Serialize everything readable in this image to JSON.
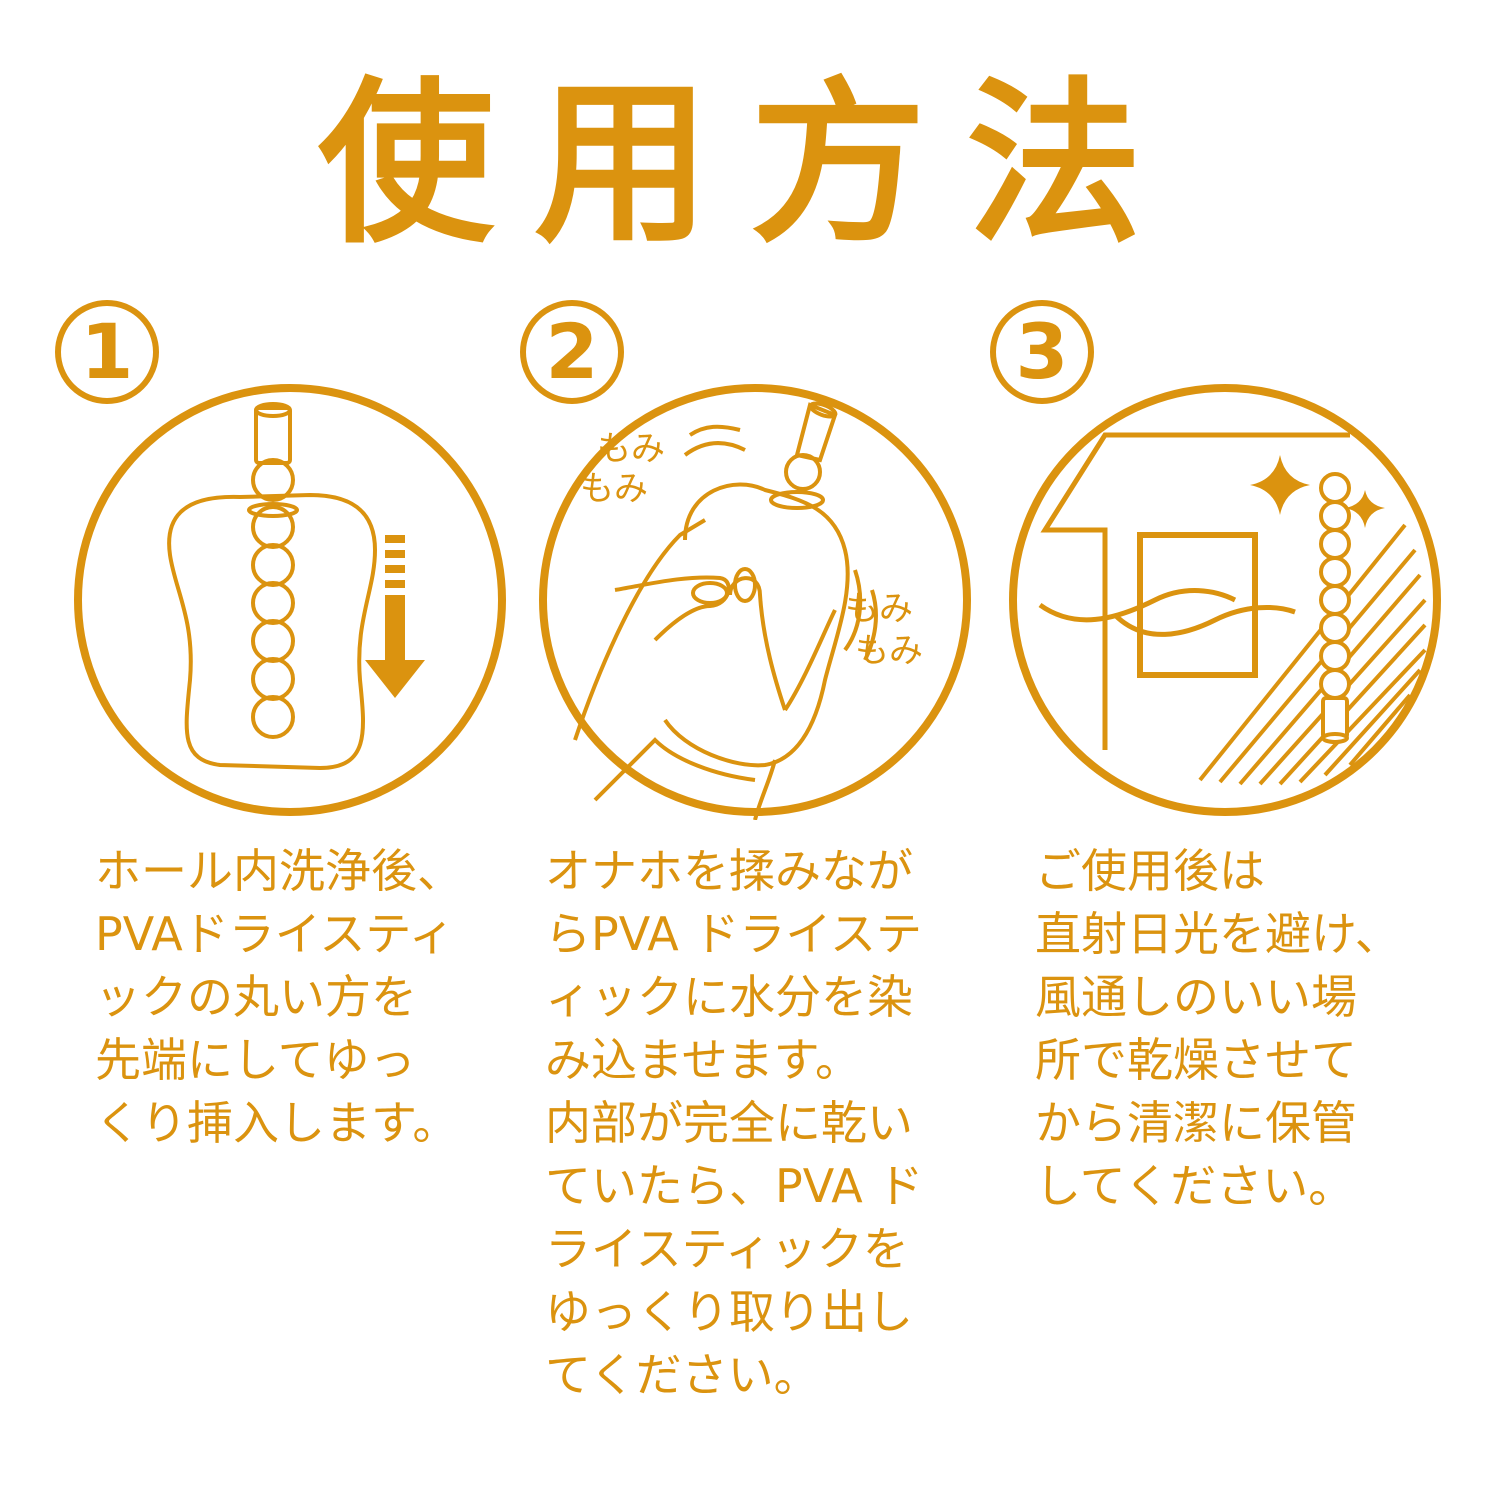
{
  "page": {
    "title": "使用方法",
    "accent_color": "#DB930F",
    "background_color": "#FFFFFF"
  },
  "steps": [
    {
      "number": "1",
      "illustration": "stick-insert-into-hole-illustration",
      "description_lines": [
        "ホール内洗浄後、",
        "PVAドライスティ",
        "ックの丸い方を",
        "先端にしてゆっ",
        "くり挿入します。"
      ],
      "description": "ホール内洗浄後、\nPVAドライスティ\nックの丸い方を\n先端にしてゆっ\nくり挿入します。"
    },
    {
      "number": "2",
      "illustration": "hand-squeezing-illustration",
      "onomatopoeia": [
        "もみ",
        "もみ",
        "もみ",
        "もみ"
      ],
      "description_lines": [
        "オナホを揉みなが",
        "らPVA ドライステ",
        "ィックに水分を染",
        "み込ませます。",
        "内部が完全に乾い",
        "ていたら、PVA ド",
        "ライスティックを",
        "ゆっくり取り出し",
        "てください。"
      ],
      "description": "オナホを揉みなが\nらPVA ドライステ\nィックに水分を染\nみ込ませます。\n内部が完全に乾い\nていたら、PVA ド\nライスティックを\nゆっくり取り出し\nてください。"
    },
    {
      "number": "3",
      "illustration": "drying-indoors-illustration",
      "description_lines": [
        "ご使用後は",
        "直射日光を避け、",
        "風通しのいい場",
        "所で乾燥させて",
        "から清潔に保管",
        "してください。"
      ],
      "description": "ご使用後は\n直射日光を避け、\n風通しのいい場\n所で乾燥させて\nから清潔に保管\nしてください。"
    }
  ]
}
